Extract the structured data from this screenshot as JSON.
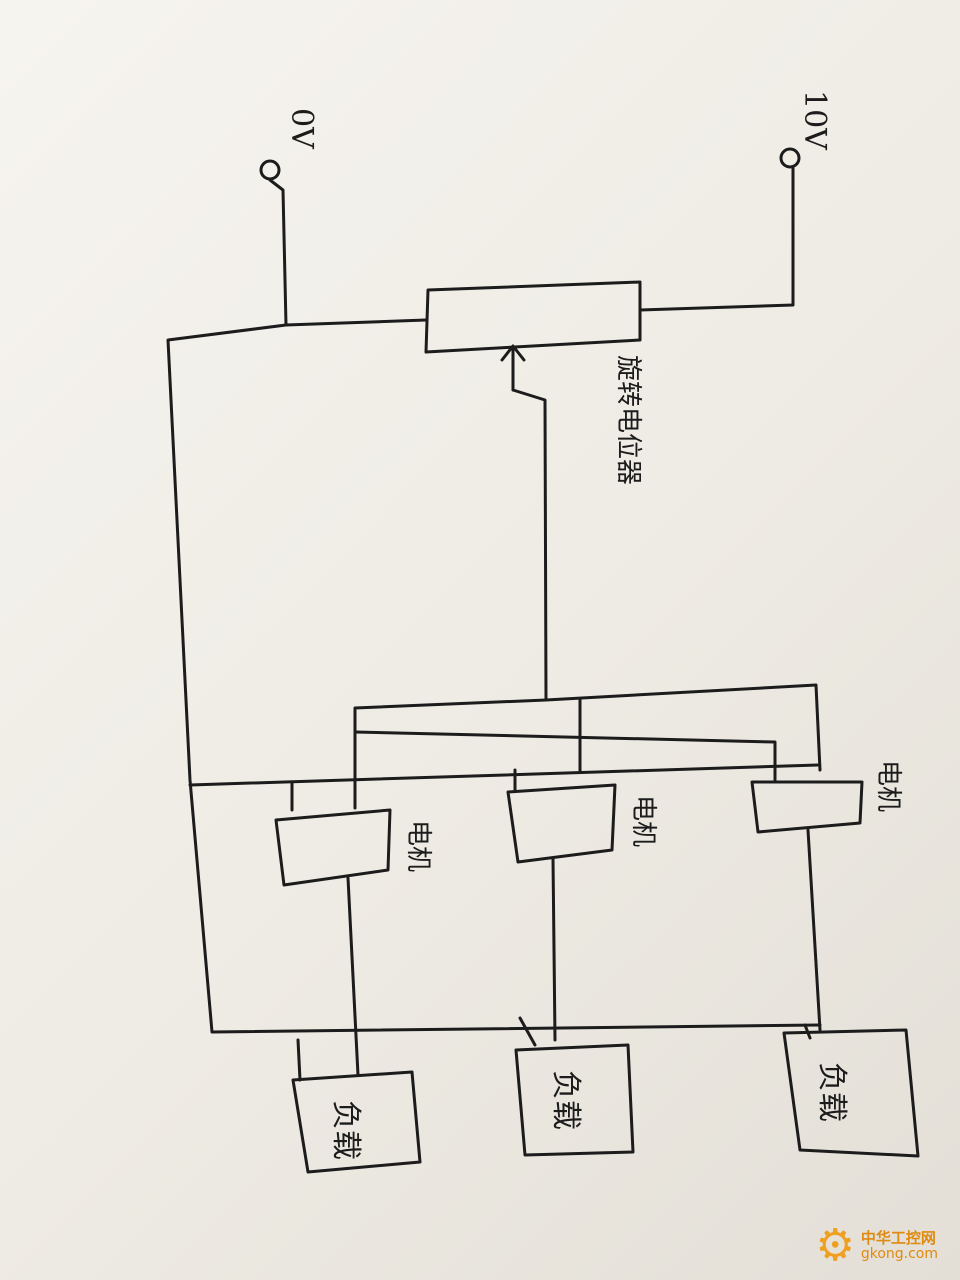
{
  "labels": {
    "zero_volt": "0V",
    "ten_volt": "10V",
    "pot_label": "旋转电位器",
    "motor_left": "电机",
    "motor_mid": "电机",
    "motor_right": "电机",
    "load_left": "负载",
    "load_mid": "负载",
    "load_right": "负载"
  },
  "watermark": {
    "cn": "中华工控网",
    "url": "gkong.com"
  },
  "colors": {
    "ink": "#1c1c1c",
    "paper": "#f3f1ec",
    "watermark": "#e08a10"
  }
}
